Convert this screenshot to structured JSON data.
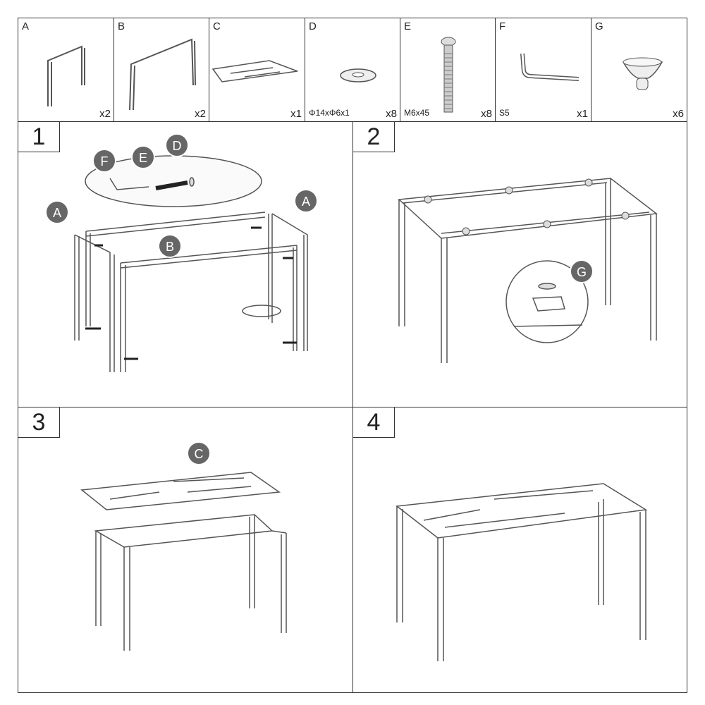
{
  "parts": [
    {
      "id": "A",
      "qty": "x2",
      "spec": ""
    },
    {
      "id": "B",
      "qty": "x2",
      "spec": ""
    },
    {
      "id": "C",
      "qty": "x1",
      "spec": ""
    },
    {
      "id": "D",
      "qty": "x8",
      "spec": "Φ14xΦ6x1"
    },
    {
      "id": "E",
      "qty": "x8",
      "spec": "M6x45"
    },
    {
      "id": "F",
      "qty": "x1",
      "spec": "S5"
    },
    {
      "id": "G",
      "qty": "x6",
      "spec": ""
    }
  ],
  "steps": [
    {
      "number": "1",
      "callouts": [
        "F",
        "E",
        "D",
        "A",
        "A",
        "B"
      ]
    },
    {
      "number": "2",
      "callouts": [
        "G"
      ]
    },
    {
      "number": "3",
      "callouts": [
        "C"
      ]
    },
    {
      "number": "4",
      "callouts": []
    }
  ]
}
